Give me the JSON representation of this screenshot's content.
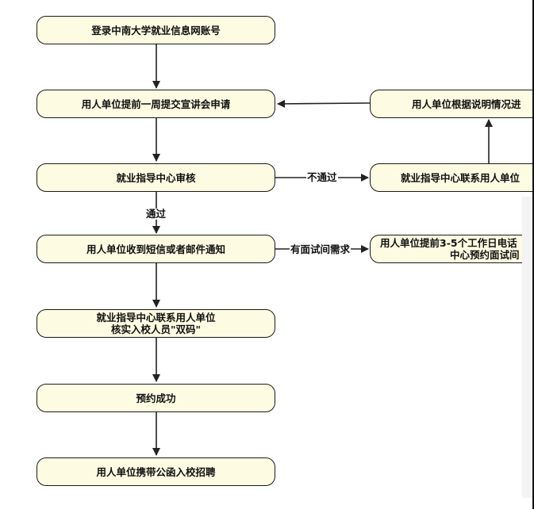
{
  "nodes": {
    "login": "登录中南大学就业信息网账号",
    "apply": "用人单位提前一周提交宣讲会申请",
    "review": "就业指导中心审核",
    "sms": "用人单位收到短信或者邮件通知",
    "verify_line1": "就业指导中心联系用人单位",
    "verify_line2": "核实入校人员\"双码\"",
    "success": "预约成功",
    "visit": "用人单位携带公函入校招聘",
    "explain": "用人单位根据说明情况进",
    "contact": "就业指导中心联系用人单位",
    "interview_line1": "用人单位提前3-5个工作日电话",
    "interview_line2": "中心预约面试间"
  },
  "edge_labels": {
    "reject": "不通过",
    "pass": "通过",
    "interview_need": "有面试间需求"
  },
  "colors": {
    "node_fill": "#fdfbe2",
    "node_border": "#1a1a1a",
    "line": "#222222"
  }
}
